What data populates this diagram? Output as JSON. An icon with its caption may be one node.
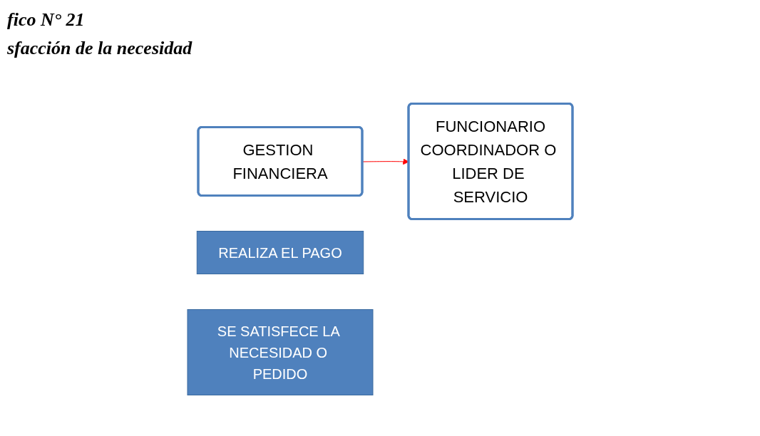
{
  "diagram": {
    "title": "fico N° 21",
    "nodes": [
      {
        "text": [
          "GESTION FINANCIERA"
        ]
      },
      {
        "text": [
          "REALIZA EL PAGO"
        ]
      },
      {
        "text": [
          "FUNCIONARIO",
          "COORDINADOR O LIDER DE SERVICIO"
        ]
      },
      {
        "text": [
          "SE SATISFECE LA NECESIDAD O PEDIDO"
        ]
      }
    ],
    "edges": [
      {
        "from": 0,
        "to": 2,
        "arrow": "to",
        "color": "#ff0000"
      }
    ],
    "labels": [
      "sfacción de la necesidad"
    ]
  }
}
